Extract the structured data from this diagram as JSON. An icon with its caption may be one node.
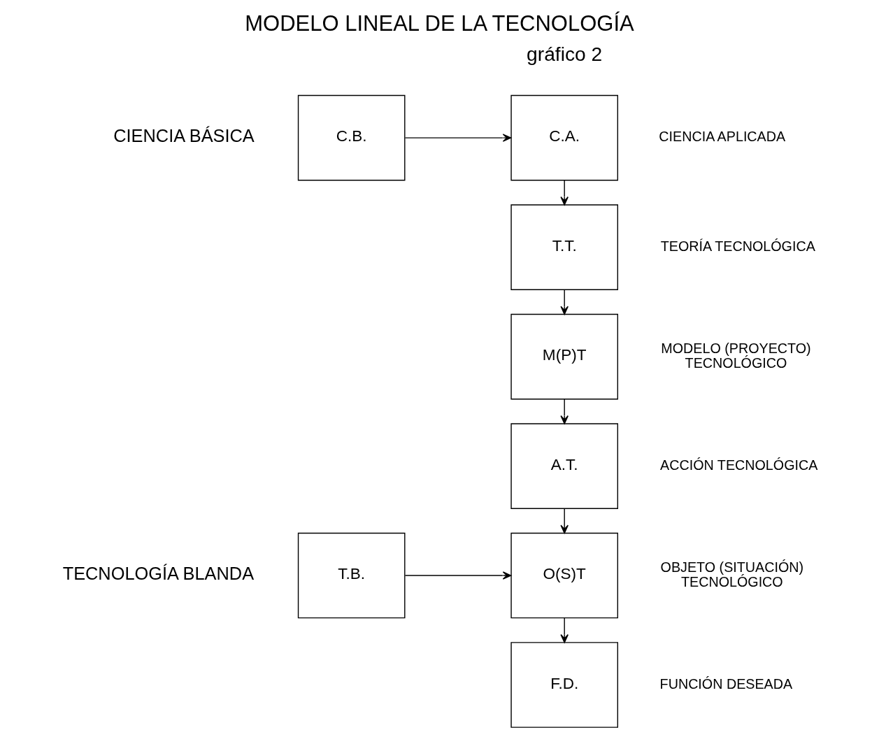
{
  "diagram": {
    "title": "MODELO LINEAL DE LA TECNOLOGÍA",
    "nodes": [
      {
        "text": [
          "C.B."
        ],
        "beside": [
          "CIENCIA BÁSICA"
        ]
      },
      {
        "text": [
          "C.A."
        ],
        "beside": [
          "CIENCIA APLICADA"
        ]
      },
      {
        "text": [
          "T.T."
        ],
        "beside": [
          "TEORÍA TECNOLÓGICA"
        ]
      },
      {
        "text": [
          "M(P)T"
        ],
        "beside": [
          "MODELO (PROYECTO) TECNOLÓGICO"
        ]
      },
      {
        "text": [
          "A.T."
        ],
        "beside": [
          "ACCIÓN TECNOLÓGICA"
        ]
      },
      {
        "text": [
          "T.B."
        ],
        "beside": [
          "TECNOLOGÍA BLANDA"
        ]
      },
      {
        "text": [
          "O(S)T"
        ],
        "beside": [
          "OBJETO (SITUACIÓN) TECNOLÓGICO"
        ]
      },
      {
        "text": [
          "F.D."
        ],
        "beside": [
          "FUNCIÓN DESEADA"
        ]
      }
    ],
    "edges": [
      {
        "from": 0,
        "to": 1,
        "arrow": "to"
      },
      {
        "from": 1,
        "to": 2,
        "arrow": "to"
      },
      {
        "from": 2,
        "to": 3,
        "arrow": "to"
      },
      {
        "from": 3,
        "to": 4,
        "arrow": "to"
      },
      {
        "from": 4,
        "to": 6,
        "arrow": "to"
      },
      {
        "from": 5,
        "to": 6,
        "arrow": "to"
      },
      {
        "from": 6,
        "to": 7,
        "arrow": "to"
      }
    ],
    "labels": [
      "gráfico 2"
    ]
  }
}
